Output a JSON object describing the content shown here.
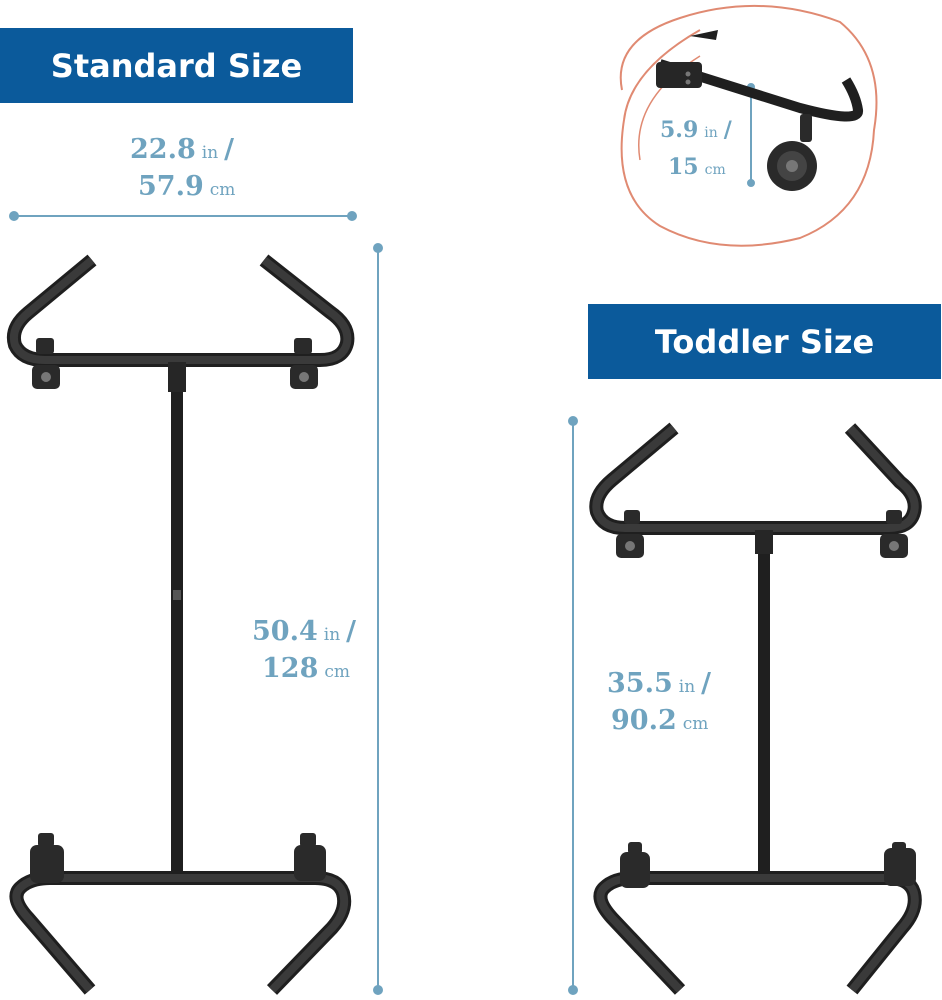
{
  "banners": {
    "standard": "Standard Size",
    "toddler": "Toddler Size"
  },
  "dimensions": {
    "width": {
      "value": "22.8",
      "unit": "in",
      "slash": "/",
      "value2": "57.9",
      "unit2": "cm"
    },
    "standard_height": {
      "value": "50.4",
      "unit": "in",
      "slash": "/",
      "value2": "128",
      "unit2": "cm"
    },
    "toddler_height": {
      "value": "35.5",
      "unit": "in",
      "slash": "/",
      "value2": "90.2",
      "unit2": "cm"
    },
    "caster_height": {
      "value": "5.9",
      "unit": "in",
      "slash": "/",
      "value2": "15",
      "unit2": "cm"
    }
  },
  "colors": {
    "banner": "#0b5a9b",
    "dimension_text": "#6fa3bf",
    "frame": "#1f1f1f",
    "highlight_circle": "#e08a72"
  }
}
